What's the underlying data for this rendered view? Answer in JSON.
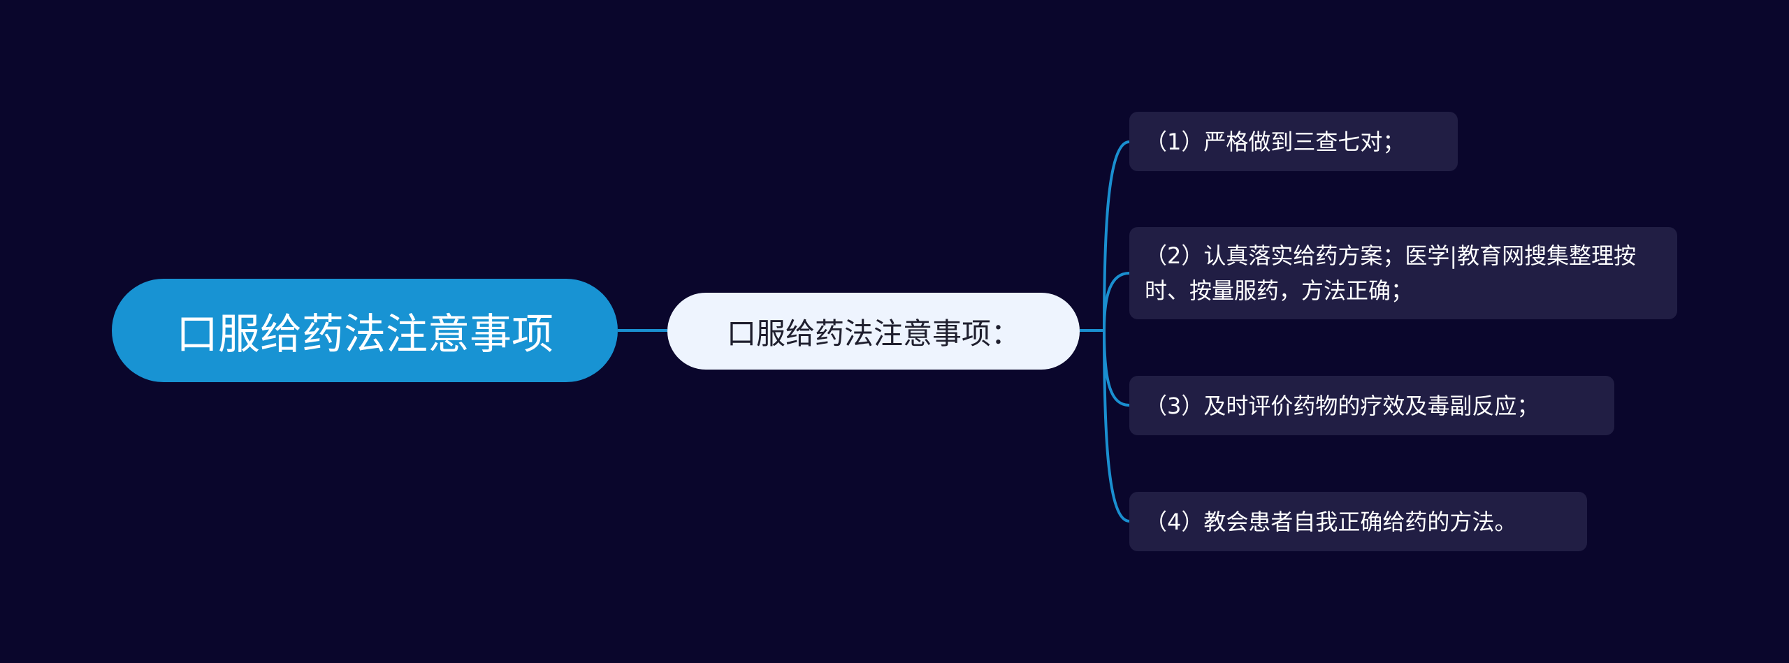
{
  "mindmap": {
    "root": {
      "label": "口服给药法注意事项"
    },
    "branch": {
      "label": "口服给药法注意事项："
    },
    "leaves": [
      {
        "label": "（1）严格做到三查七对；"
      },
      {
        "label": "（2）认真落实给药方案；医学|教育网搜集整理按时、按量服药，方法正确；"
      },
      {
        "label": "（3）及时评价药物的疗效及毒副反应；"
      },
      {
        "label": "（4）教会患者自我正确给药的方法。"
      }
    ]
  },
  "colors": {
    "background": "#0a062c",
    "root_fill": "#1893d3",
    "branch_fill": "#eef4fe",
    "leaf_fill": "#211e44",
    "connector": "#1a8fd0"
  }
}
